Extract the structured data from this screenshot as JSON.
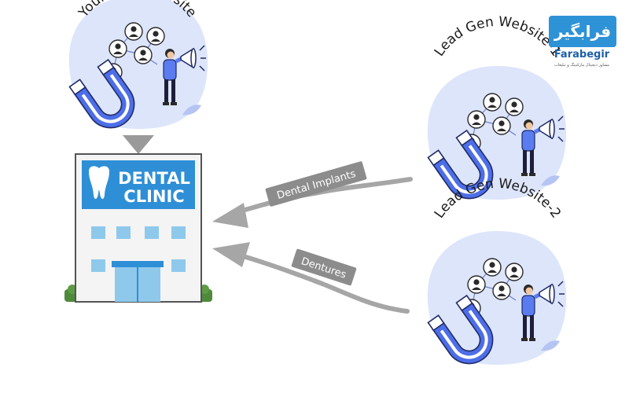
{
  "websites": {
    "main": "Your Main Website",
    "lead1": "Lead Gen Website-1",
    "lead2": "Lead Gen Website-2"
  },
  "clinic": {
    "line1": "DENTAL",
    "line2": "CLINIC"
  },
  "arrows": {
    "top": "Dental Implants",
    "bottom": "Dentures"
  },
  "logo": {
    "persian": "فرابگیر",
    "english": "Farabegir",
    "tagline": "مشاور دیجیتال مارکتینگ و تبلیغات"
  },
  "colors": {
    "blob": "#dde5fb",
    "accent": "#4d6ee8",
    "clinic_blue": "#2e8fd6",
    "arrow_gray": "#a6a6a6",
    "label_bg": "#8c8c8c"
  }
}
